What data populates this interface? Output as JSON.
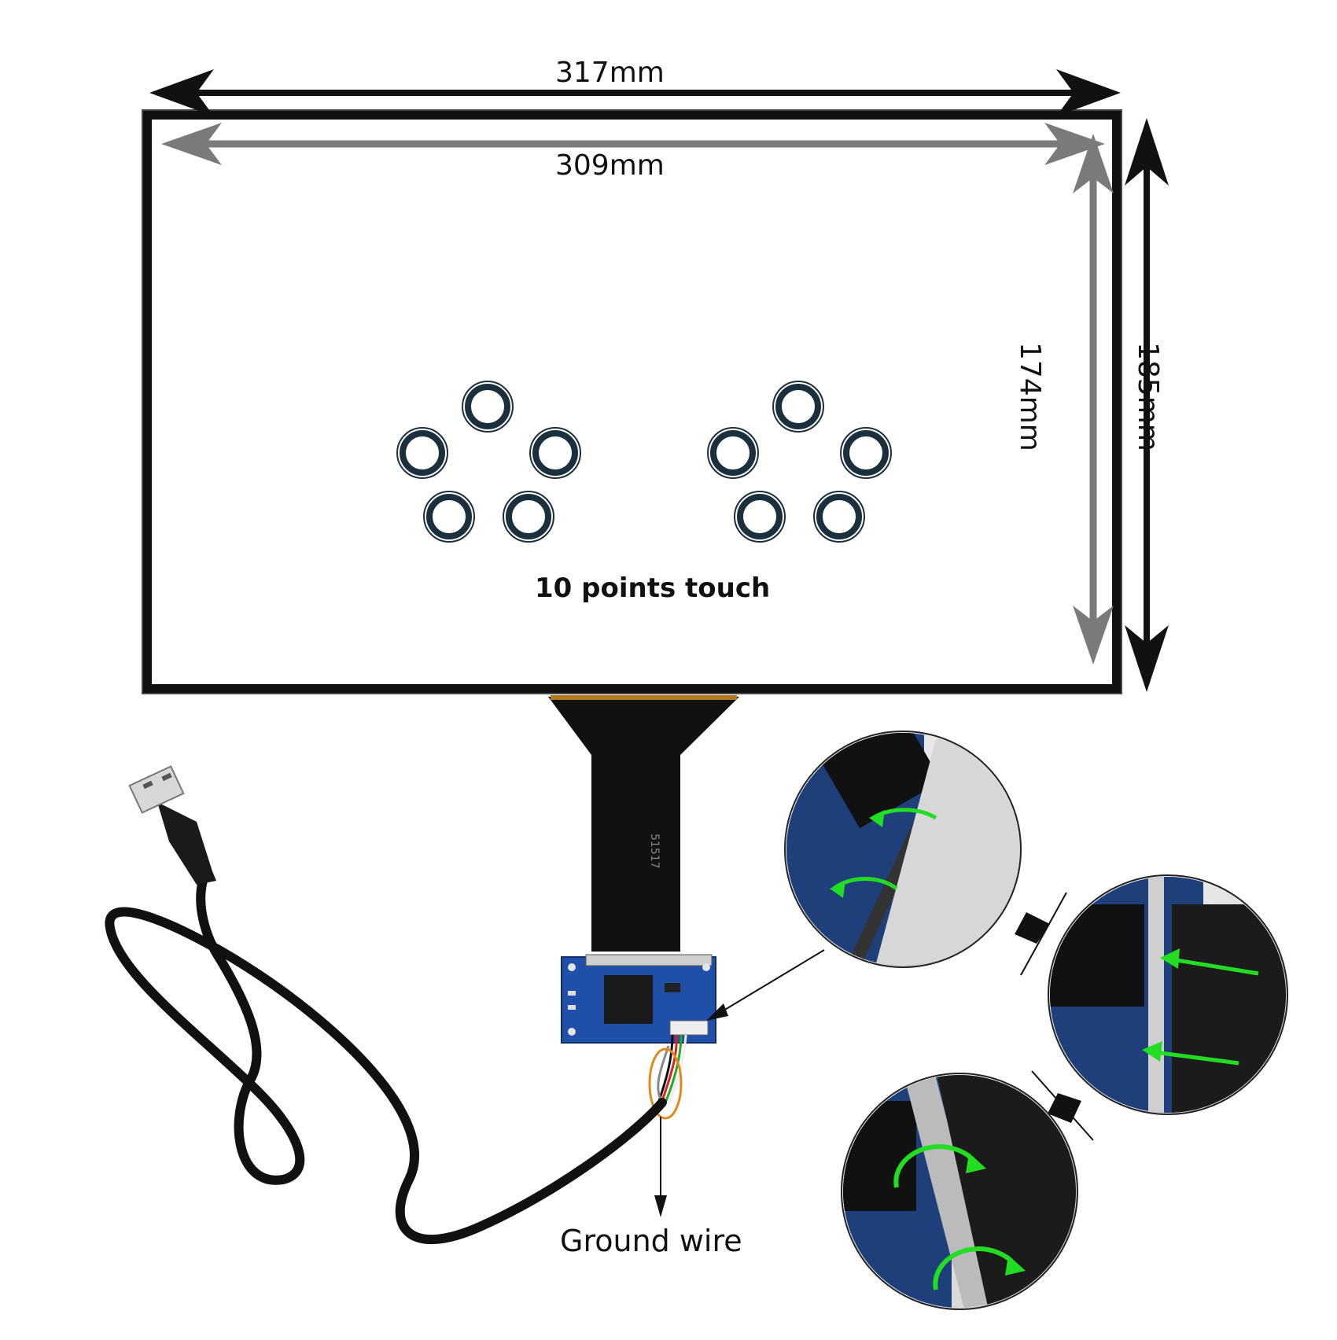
{
  "dimensions": {
    "outer_width": "317mm",
    "inner_width": "309mm",
    "inner_height": "174mm",
    "outer_height": "185mm"
  },
  "touch_label": "10 points touch",
  "fpc_code": "51517",
  "ground_label": "Ground wire",
  "colors": {
    "frame": "#111111",
    "inner_arrow": "#7a7a7a",
    "pcb": "#1f4fa8",
    "guide_arrow": "#22dd22",
    "ground_circle": "#e08a1e",
    "touch_ring": "#1c2f3c"
  },
  "icons": [
    "usb-plug-icon",
    "step-arrow-icon",
    "touch-point-icon"
  ]
}
